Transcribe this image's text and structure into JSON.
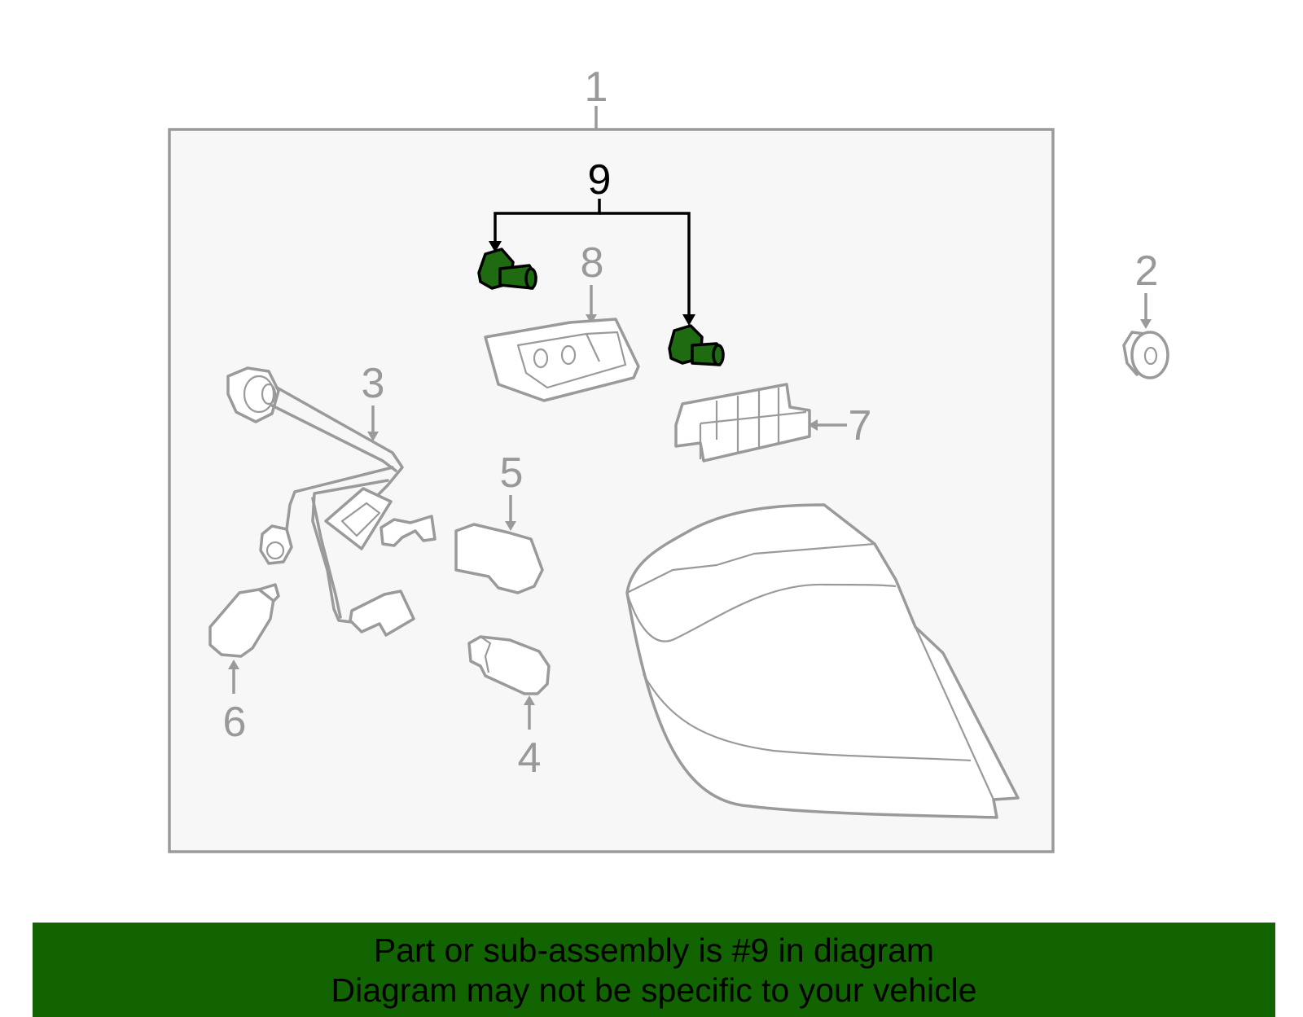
{
  "diagram": {
    "callouts": {
      "c1": "1",
      "c2": "2",
      "c3": "3",
      "c4": "4",
      "c5": "5",
      "c6": "6",
      "c7": "7",
      "c8": "8",
      "c9": "9"
    },
    "highlighted_part": "9",
    "colors": {
      "highlight_part": "#1f6b12",
      "outline": "#9a9a9a",
      "panel": "#f7f7f7",
      "banner": "#116400"
    }
  },
  "banner": {
    "line1": "Part or sub-assembly is #9 in diagram",
    "line2": "Diagram may not be specific to your vehicle"
  }
}
